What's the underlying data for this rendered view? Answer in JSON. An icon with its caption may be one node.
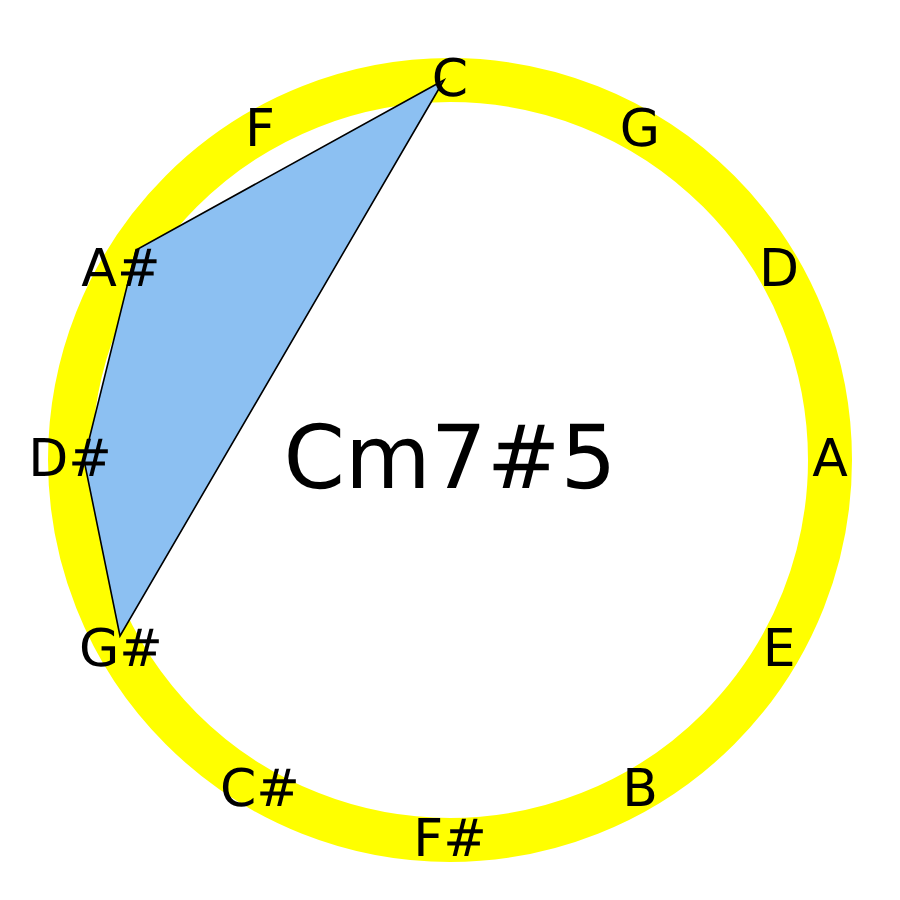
{
  "diagram": {
    "labels": [
      "C",
      "G",
      "D",
      "A",
      "E",
      "B",
      "F#",
      "C#",
      "G#",
      "D#",
      "A#",
      "F",
      "Cm7#5"
    ]
  }
}
